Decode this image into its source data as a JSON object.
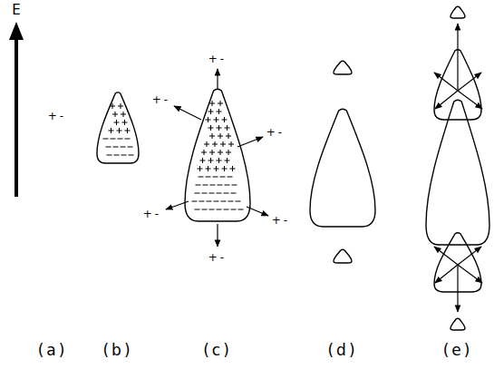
{
  "diagram": {
    "labels": [
      "E",
      "+-",
      "+-",
      "+-",
      "+-",
      "+-",
      "+-",
      "+-",
      "(a)",
      "(b)",
      "(c)",
      "(d)",
      "(e)"
    ]
  }
}
